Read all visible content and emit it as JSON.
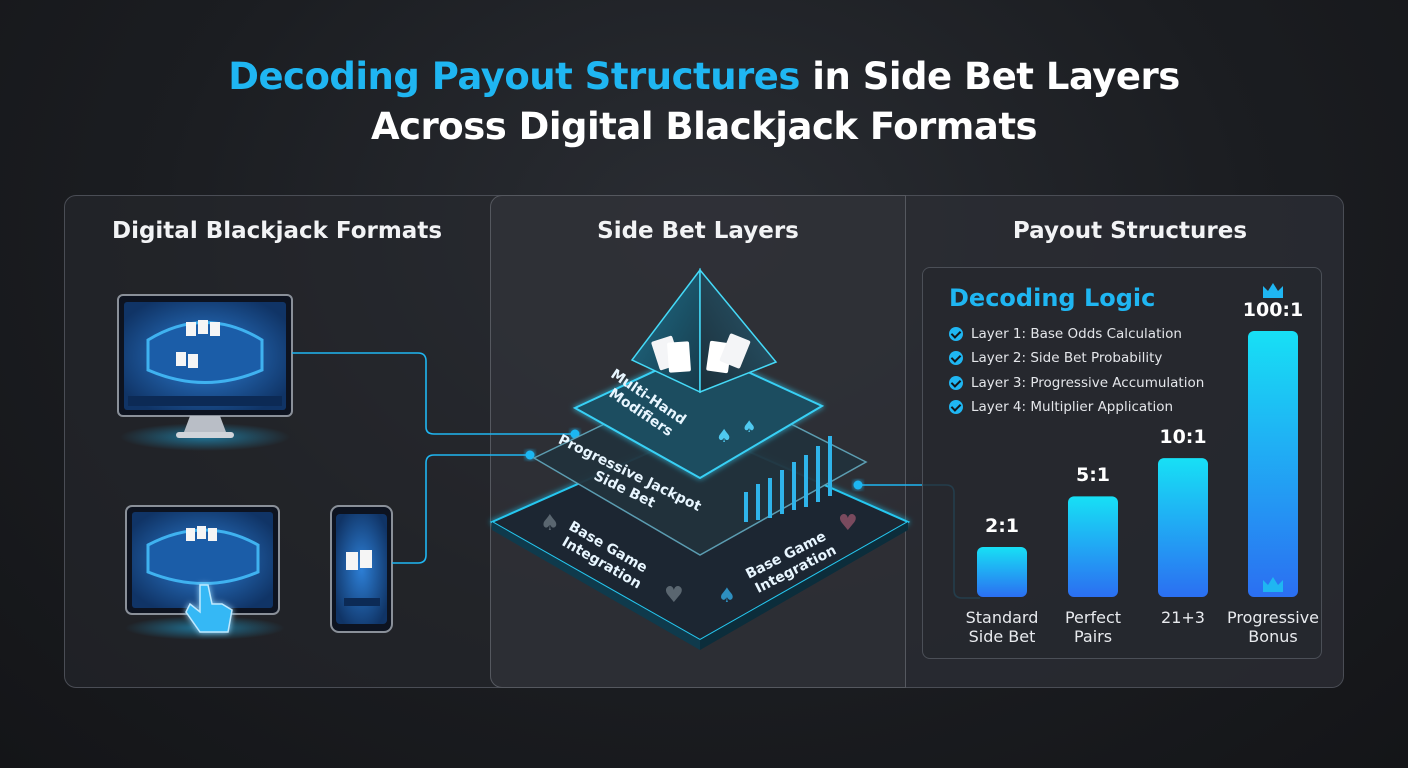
{
  "title": {
    "line1_accent": "Decoding Payout Structures",
    "line1_rest": " in Side Bet Layers",
    "line2": "Across Digital Blackjack Formats"
  },
  "sections": {
    "formats": "Digital Blackjack Formats",
    "layers": "Side Bet Layers",
    "payouts": "Payout Structures"
  },
  "pyramid": {
    "top": "Multi-Hand\nModifiers",
    "middle": "Progressive Jackpot\nSide Bet",
    "base_left": "Base Game\nIntegration",
    "base_right": "Base Game\nIntegration"
  },
  "logic": {
    "title": "Decoding Logic",
    "items": [
      "Layer 1: Base Odds Calculation",
      "Layer 2: Side Bet Probability",
      "Layer 3: Progressive Accumulation",
      "Layer 4: Multiplier Application"
    ]
  },
  "chart_data": {
    "type": "bar",
    "categories": [
      "Standard\nSide Bet",
      "Perfect\nPairs",
      "21+3",
      "Progressive\nBonus"
    ],
    "labels": [
      "2:1",
      "5:1",
      "10:1",
      "100:1"
    ],
    "values": [
      2,
      5,
      10,
      100
    ]
  },
  "colors": {
    "accent": "#1fb6f2",
    "bar_top": "#17e0f5",
    "bar_bottom": "#2b6ff2"
  },
  "icons": [
    "crown-icon",
    "spade-icon",
    "heart-icon",
    "card-icon",
    "hand-pointer-icon",
    "check-icon"
  ]
}
